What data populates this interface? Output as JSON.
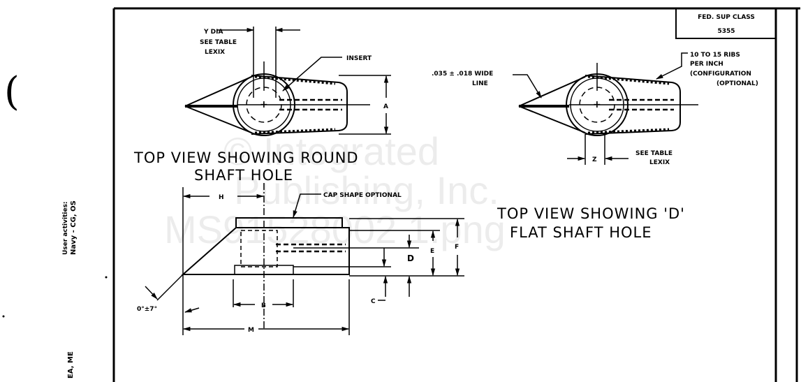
{
  "side_margin": {
    "bracket": "(",
    "activities_line1": "User activities:",
    "activities_line2": "Navy - CG, OS",
    "bottom_note": "EA, ME"
  },
  "class_box": {
    "label": "FED. SUP CLASS",
    "value": "5355"
  },
  "round_view": {
    "dim_y_line1": "Y DIA",
    "dim_y_line2": "SEE TABLE",
    "dim_y_line3": "LEXIX",
    "insert_label": "INSERT",
    "dim_a": "A",
    "title_line1": "TOP VIEW SHOWING ROUND",
    "title_line2": "SHAFT HOLE"
  },
  "d_view": {
    "line_note1": ".035 ± .018 WIDE",
    "line_note2": "LINE",
    "ribs_line1": "10 TO 15 RIBS",
    "ribs_line2": "PER INCH",
    "ribs_line3": "(CONFIGURATION",
    "ribs_line4": "(OPTIONAL)",
    "dim_z": "Z",
    "see_table1": "SEE TABLE",
    "see_table2": "LEXIX",
    "title_line1": "TOP VIEW SHOWING 'D'",
    "title_line2": "FLAT SHAFT HOLE"
  },
  "side_view": {
    "dim_h": "H",
    "cap_note": "CAP SHAPE OPTIONAL",
    "dim_f": "F",
    "dim_e": "E",
    "dim_d": "D",
    "dim_c": "C",
    "dim_b": "B",
    "dim_m": "M",
    "angle": "0°±7°"
  },
  "watermark": {
    "line1": "© Integrated",
    "line2": "Publishing, Inc.",
    "line3": "MS91528002 1.png"
  }
}
